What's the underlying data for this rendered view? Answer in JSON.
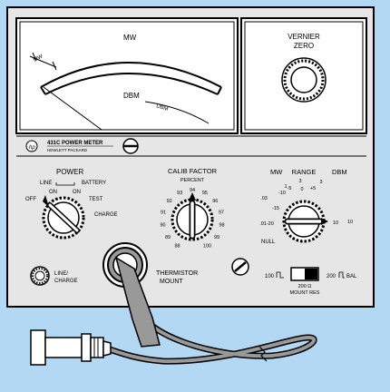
{
  "meter": {
    "scale_mw": "MW",
    "scale_dbm": "DBM",
    "arc_upper_text": "MW",
    "arc_lower_text": "DBM"
  },
  "vernier": {
    "label_line1": "VERNIER",
    "label_line2": "ZERO"
  },
  "nameplate": {
    "model": "431C POWER METER",
    "maker": "HEWLETT PACKARD"
  },
  "power": {
    "title": "POWER",
    "line": "LINE",
    "battery": "BATTERY",
    "on_left": "ON",
    "on_right": "ON",
    "off": "OFF",
    "test": "TEST",
    "charge": "CHARGE"
  },
  "line_charge": {
    "line1": "LINE/",
    "line2": "CHARGE"
  },
  "calib": {
    "title": "CALIB FACTOR",
    "subtitle": "PERCENT",
    "ticks": [
      "88",
      "89",
      "90",
      "91",
      "92",
      "93",
      "94",
      "95",
      "96",
      "97",
      "98",
      "99",
      "100"
    ]
  },
  "thermistor": {
    "line1": "THERMISTOR",
    "line2": "MOUNT"
  },
  "range": {
    "title": "RANGE",
    "mw": "MW",
    "dbm": "DBM",
    "mw_ticks": [
      ".01-20",
      "-15",
      "-10",
      ".03",
      "1",
      "3"
    ],
    "center_ticks": [
      "-5",
      "0",
      "+5"
    ],
    "dbm_ticks": [
      "3",
      "10",
      "10"
    ],
    "null": "NULL"
  },
  "mount_res": {
    "left": "100",
    "right": "200",
    "bal": "BAL",
    "value": "200 Ω",
    "label": "MOUNT RES"
  }
}
